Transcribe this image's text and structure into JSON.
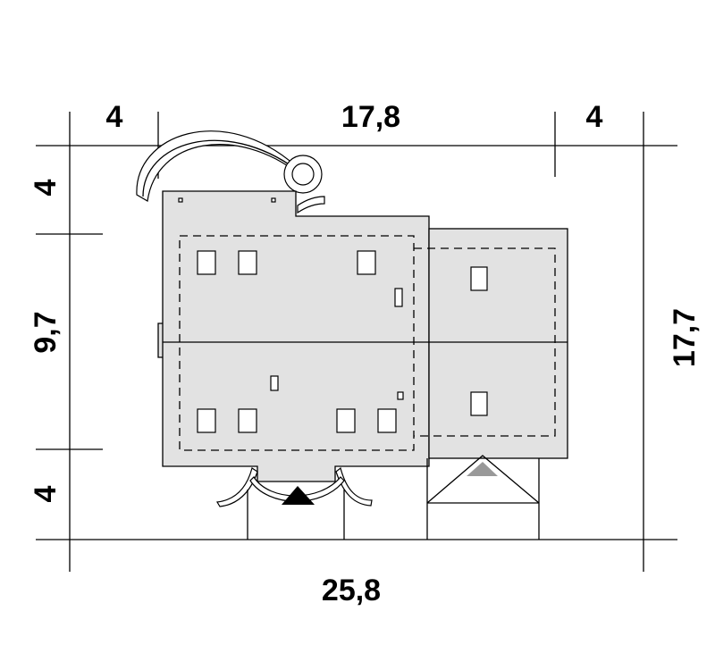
{
  "dimensions": {
    "top_left": "4",
    "top_middle": "17,8",
    "top_right": "4",
    "left_top": "4",
    "left_middle": "9,7",
    "left_bottom": "4",
    "right_total": "17,7",
    "bottom_total": "25,8"
  }
}
